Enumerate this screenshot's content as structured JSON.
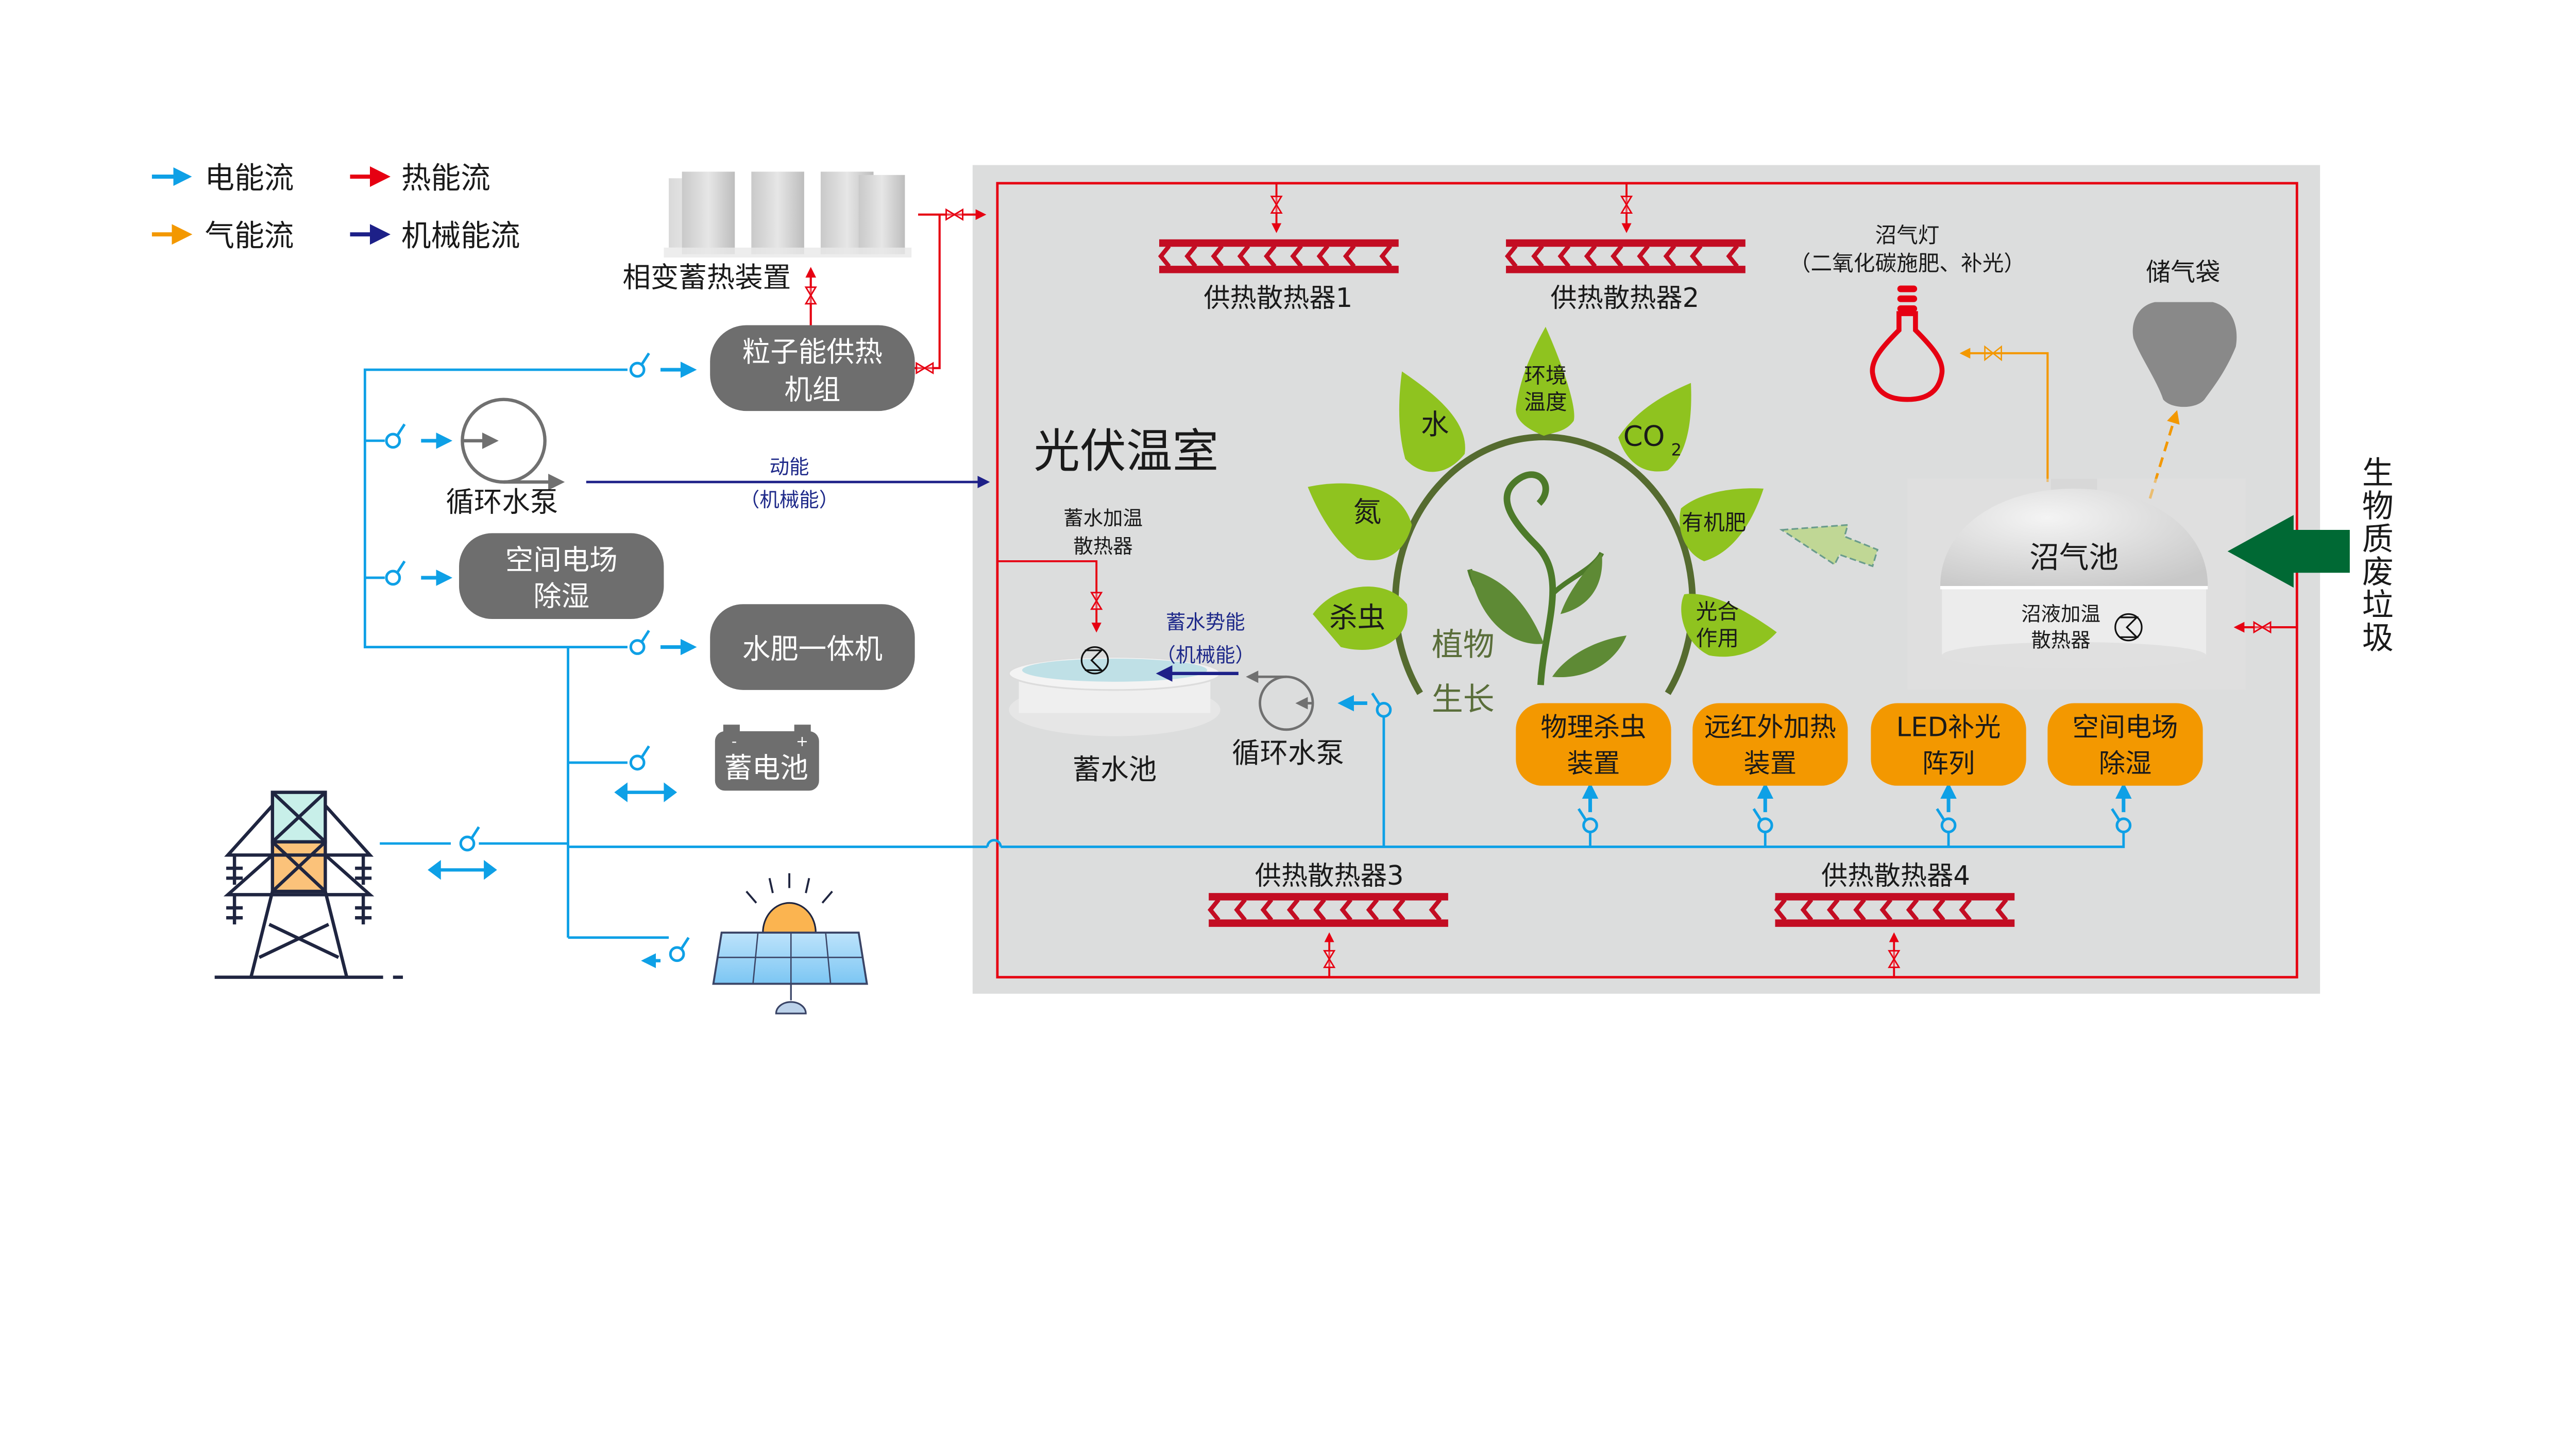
{
  "legend": {
    "items": [
      {
        "label": "电能流",
        "color": "#0ea0e6"
      },
      {
        "label": "热能流",
        "color": "#e60012"
      },
      {
        "label": "气能流",
        "color": "#f39800"
      },
      {
        "label": "机械能流",
        "color": "#1d2088"
      }
    ]
  },
  "colors": {
    "electric": "#0ea0e6",
    "heat": "#e60012",
    "gas": "#f39800",
    "mechanical": "#1d2088",
    "device_gray": "#6e6e6e",
    "device_orange": "#f39800",
    "leaf_green": "#8fc31f",
    "greenhouse_bg": "#dcdddd",
    "biomass_arrow": "#006934",
    "radiator": "#c30d23"
  },
  "external": {
    "phase_change_storage": "相变蓄热装置",
    "particle_heater": [
      "粒子能供热",
      "机组"
    ],
    "pump_left": "循环水泵",
    "kinetic_label": [
      "动能",
      "（机械能）"
    ],
    "field_dehumid_left": [
      "空间电场",
      "除湿"
    ],
    "water_fert": "水肥一体机",
    "battery": "蓄电池",
    "battery_signs": [
      "-",
      "+"
    ],
    "grid_icon": "power-tower",
    "pv_icon": "solar-panel"
  },
  "greenhouse": {
    "title": "光伏温室",
    "radiators": [
      "供热散热器1",
      "供热散热器2",
      "供热散热器3",
      "供热散热器4"
    ],
    "tank_heater": [
      "蓄水加温",
      "散热器"
    ],
    "tank_potential": [
      "蓄水势能",
      "（机械能）"
    ],
    "tank": "蓄水池",
    "pump_inner": "循环水泵",
    "biogas_lamp": [
      "沼气灯",
      "（二氧化碳施肥、补光）"
    ],
    "gas_bag": "储气袋",
    "digester": "沼气池",
    "digester_heater": [
      "沼液加温",
      "散热器"
    ],
    "biomass": [
      "生",
      "物",
      "质",
      "废",
      "垃",
      "圾"
    ],
    "plant_center": [
      "植物",
      "生长"
    ],
    "leaves": [
      [
        "杀虫"
      ],
      [
        "氮"
      ],
      [
        "水"
      ],
      [
        "环境",
        "温度"
      ],
      [
        "CO",
        "2"
      ],
      [
        "有机肥"
      ],
      [
        "光合",
        "作用"
      ]
    ],
    "orange_devices": [
      [
        "物理杀虫",
        "装置"
      ],
      [
        "远红外加热",
        "装置"
      ],
      [
        "LED补光",
        "阵列"
      ],
      [
        "空间电场",
        "除湿"
      ]
    ]
  }
}
